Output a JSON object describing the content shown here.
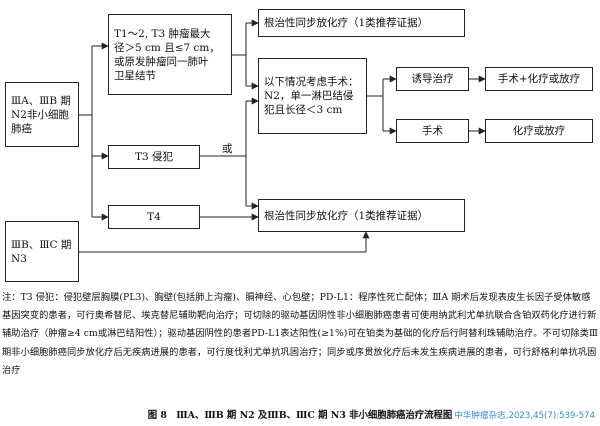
{
  "flowchart": {
    "nodes": {
      "stage_iiia_iiib": "ⅢA、ⅢB 期\nN2非小细胞\n肺癌",
      "t1_t3_tumor": "T1～2, T3 肿瘤最大\n径＞5 cm 且≤7 cm，\n或原发肿瘤同一肺叶\n卫星结节",
      "radical_chemo_top": "根治性同步放化疗（1类推荐证据）",
      "consider_surgery": "以下情况考虑手术：\nN2，单一淋巴结侵\n犯且长径＜3 cm",
      "induction_therapy": "诱导治疗",
      "surgery_chemo_rt": "手术+化疗或放疗",
      "surgery": "手术",
      "chemo_or_rt": "化疗或放疗",
      "t3_invasion": "T3 侵犯",
      "or_label": "或",
      "t4": "T4",
      "radical_chemo_bottom": "根治性同步放化疗（1类推荐证据）",
      "stage_iiib_iiic": "ⅢB、ⅢC 期\nN3"
    }
  },
  "note": "注：T3 侵犯：侵犯壁层胸膜(PL3)、胸壁(包括肺上沟瘤)、膈神经、心包壁；PD-L1：程序性死亡配体；ⅢA 期术后发现表皮生长因子受体敏感基因突变的患者，可行奥希替尼、埃克替尼辅助靶向治疗；可切除的驱动基因阴性非小细胞肺癌患者可使用纳武利尤单抗联合含铂双药化疗进行新辅助治疗（肿瘤≥4 cm或淋巴结阳性）；驱动基因阴性的患者PD-L1表达阳性(≥1%)可在铂类为基础的化疗后行阿替利珠辅助治疗。不可切除类Ⅲ期非小细胞肺癌同步放化疗后无疾病进展的患者，可行度伐利尤单抗巩固治疗；同步或序贯放化疗后未发生疾病进展的患者，可行舒格利单抗巩固治疗",
  "caption": "图 8　ⅢA、ⅢB 期 N2 及ⅢB、ⅢC 期 N3 非小细胞肺癌治疗流程图",
  "source": "中华肿瘤杂志,2023,45(7):539-574"
}
